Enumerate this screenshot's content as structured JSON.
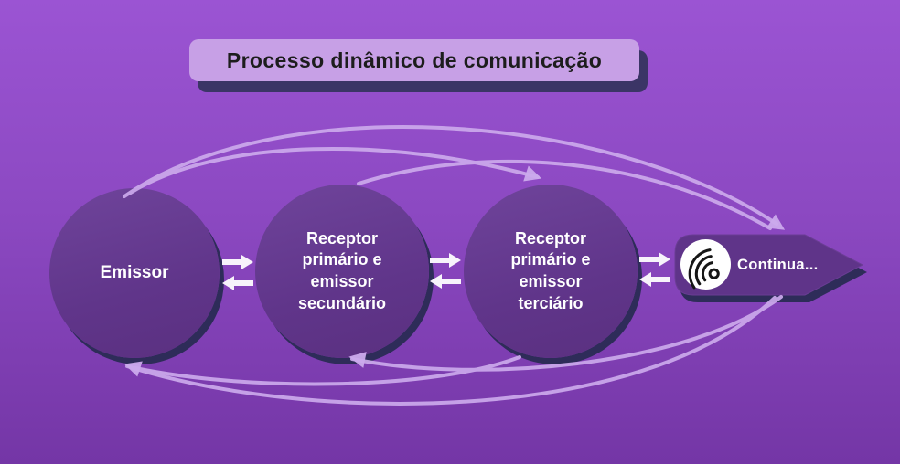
{
  "slide": {
    "title": "Processo dinâmico de comunicação"
  },
  "nodes": {
    "emissor": {
      "label": "Emissor"
    },
    "receptor_secundario": {
      "label": "Receptor primário e emissor secundário"
    },
    "receptor_terciario": {
      "label": "Receptor primário e emissor terciário"
    },
    "continua": {
      "label": "Continua...",
      "icon": "signal-waves-icon"
    }
  },
  "connections": {
    "adjacent_bidirectional": [
      {
        "from": "emissor",
        "to": "receptor_secundario"
      },
      {
        "from": "receptor_secundario",
        "to": "receptor_terciario"
      },
      {
        "from": "receptor_terciario",
        "to": "continua"
      }
    ],
    "curved_arrows": [
      {
        "from": "emissor",
        "to": "receptor_terciario",
        "via": "top"
      },
      {
        "from": "emissor",
        "to": "continua",
        "via": "top"
      },
      {
        "from": "receptor_secundario",
        "to": "continua",
        "via": "top"
      },
      {
        "from": "continua",
        "to": "emissor",
        "via": "bottom"
      },
      {
        "from": "continua",
        "to": "receptor_secundario",
        "via": "bottom"
      },
      {
        "from": "receptor_terciario",
        "to": "emissor",
        "via": "bottom"
      }
    ]
  },
  "colors": {
    "background_top": "#9b54d3",
    "background_bottom": "#7436a6",
    "node_fill": "#66398e",
    "node_shadow": "#2e2c59",
    "title_pill": "#c7a0e6",
    "title_text": "#1d1d1d",
    "curved_arrow": "#ccaaec",
    "straight_arrow": "#f7f3fb",
    "icon_bubble": "#ffffff"
  }
}
